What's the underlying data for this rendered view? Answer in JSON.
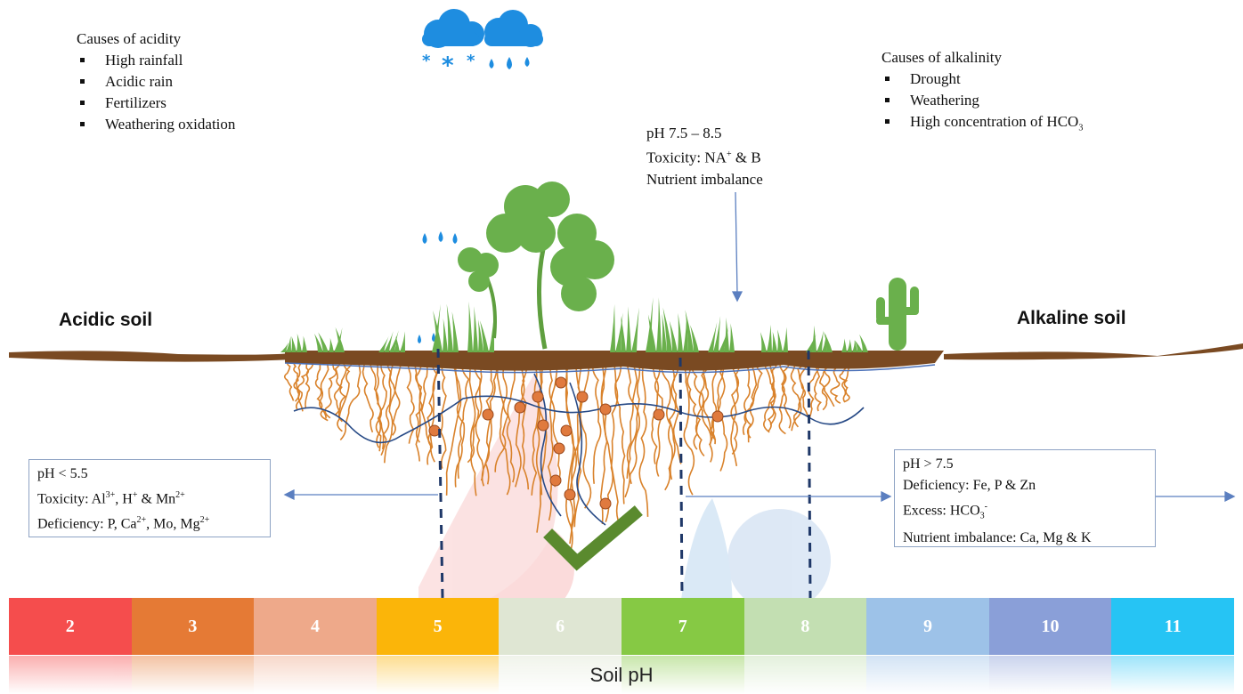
{
  "acidity": {
    "title": "Causes of acidity",
    "items": [
      "High rainfall",
      "Acidic rain",
      "Fertilizers",
      "Weathering oxidation"
    ]
  },
  "alkalinity": {
    "title": "Causes of alkalinity",
    "items": [
      "Drought",
      "Weathering",
      "High concentration of HCO"
    ],
    "item3_sub": "3"
  },
  "mid_note": {
    "line1": "pH 7.5 – 8.5",
    "line2_pre": "Toxicity: NA",
    "line2_sup": "+",
    "line2_post": " & B",
    "line3": "Nutrient imbalance"
  },
  "labels": {
    "acidic": "Acidic soil",
    "alkaline": "Alkaline soil"
  },
  "acid_box": {
    "line1": "pH < 5.5",
    "line2": {
      "a": "Toxicity: Al",
      "a_sup": "3+",
      "b": ", H",
      "b_sup": "+",
      "c": " & Mn",
      "c_sup": "2+"
    },
    "line3": {
      "a": "Deficiency: P, Ca",
      "a_sup": "2+",
      "b": ", Mo, Mg",
      "b_sup": "2+"
    }
  },
  "alk_box": {
    "line1": "pH > 7.5",
    "line2": "Deficiency: Fe, P & Zn",
    "line3_pre": "Excess: HCO",
    "line3_sub": "3",
    "line3_sup": "-",
    "line4": "Nutrient imbalance: Ca, Mg & K"
  },
  "scale": {
    "values": [
      "2",
      "3",
      "4",
      "5",
      "6",
      "7",
      "8",
      "9",
      "10",
      "11"
    ],
    "colors": [
      "#f54d4d",
      "#e57a35",
      "#eea98a",
      "#fbb509",
      "#dfe6d3",
      "#86c944",
      "#c3dfb2",
      "#9dc2e8",
      "#8a9fd8",
      "#26c4f4"
    ],
    "axis_label": "Soil pH"
  },
  "theme": {
    "soil": "#7a4a22",
    "plant": "#6ab04c",
    "root": "#d9822b",
    "water": "#1e8de0",
    "arrow": "#5b7fc0",
    "dash": "#1f3868"
  }
}
